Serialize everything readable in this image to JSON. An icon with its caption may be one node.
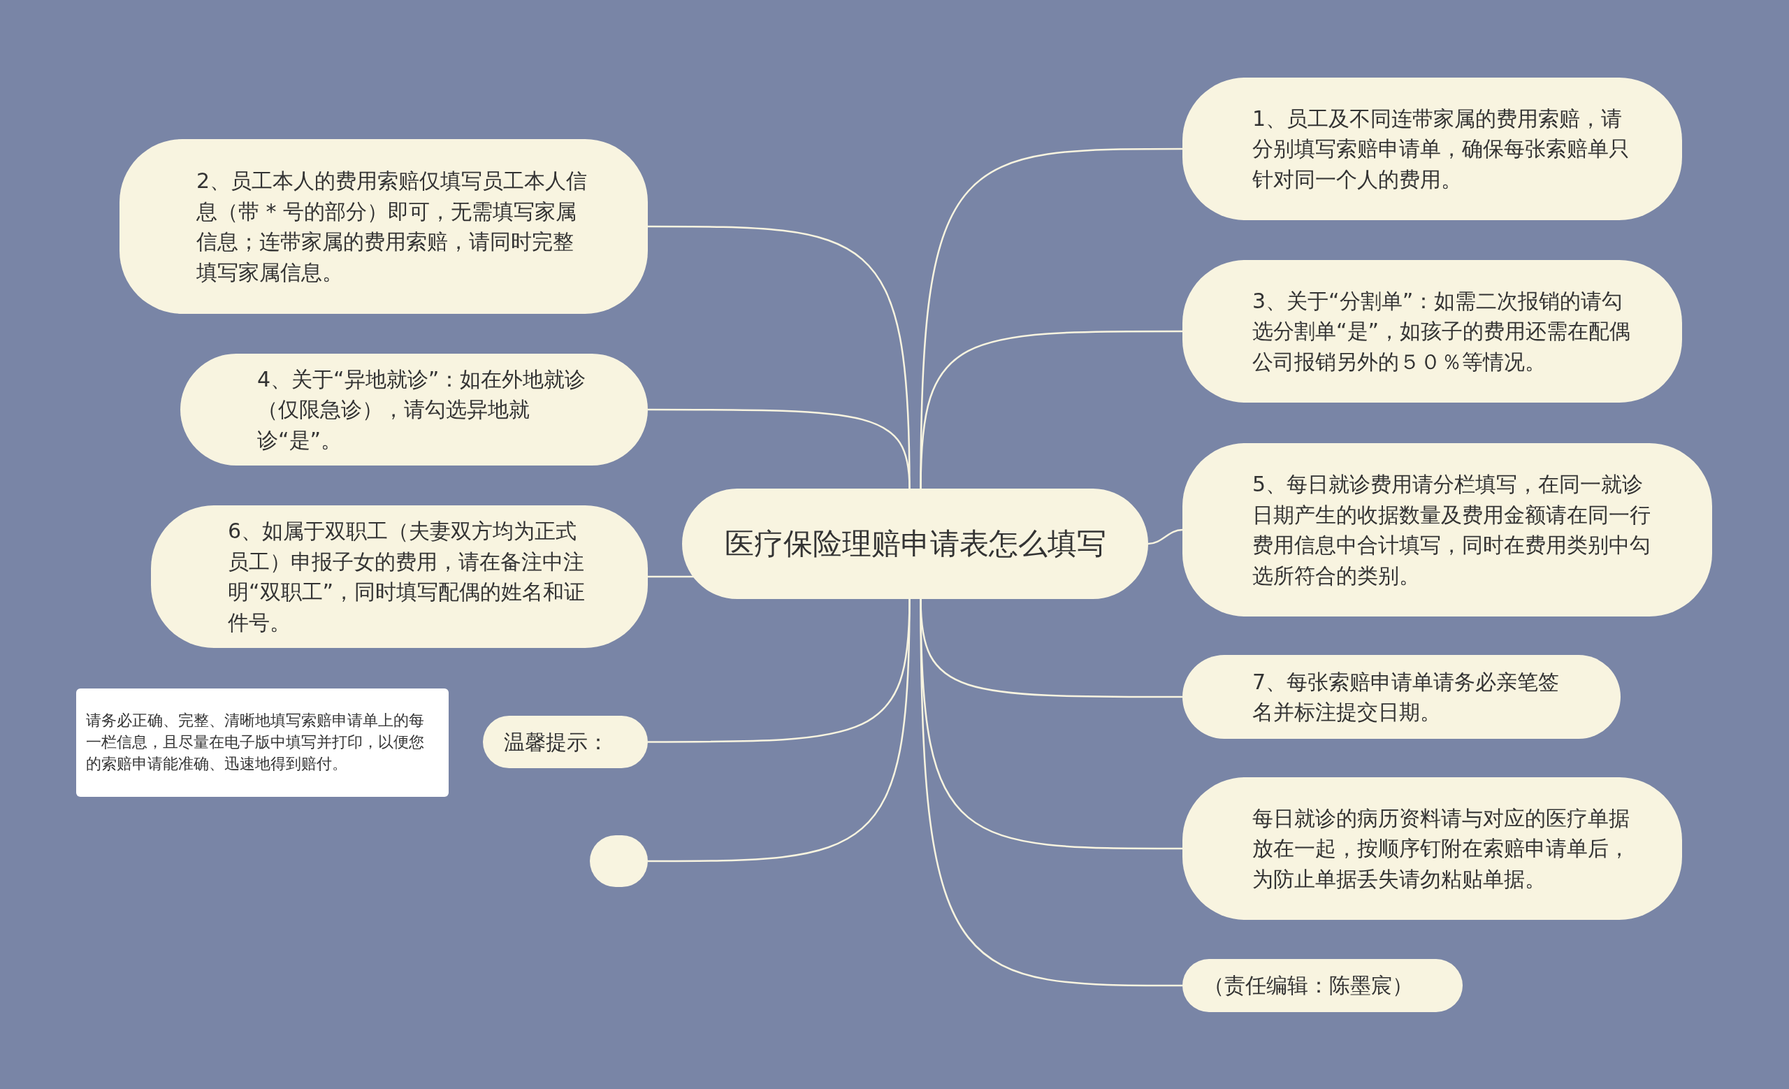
{
  "diagram": {
    "nodes": [
      {
        "text": [
          "医疗保险理赔申请表怎么填写"
        ]
      },
      {
        "text": [
          "1、员工及不同连带家属的费用索赔，请分别填写索赔申请单，确保每张索赔单只针对同一个人的费用。"
        ]
      },
      {
        "text": [
          "2、员工本人的费用索赔仅填写员工本人信息（带 * 号的部分）即可，无需填写家属信息；连带家属的费用索赔，请同时完整填写家属信息。"
        ]
      },
      {
        "text": [
          "3、关于“分割单”：如需二次报销的请勾选分割单“是”，如孩子的费用还需在配偶公司报销另外的５０％等情况。"
        ]
      },
      {
        "text": [
          "4、关于“异地就诊”：如在外地就诊（仅限急诊），请勾选异地就诊“是”。"
        ]
      },
      {
        "text": [
          "5、每日就诊费用请分栏填写，在同一就诊日期产生的收据数量及费用金额请在同一行费用信息中合计填写，同时在费用类别中勾选所符合的类别。"
        ]
      },
      {
        "text": [
          "6、如属于双职工（夫妻双方均为正式员工）申报子女的费用，请在备注中注明“双职工”，同时填写配偶的姓名和证件号。"
        ]
      },
      {
        "text": [
          "7、每张索赔申请单请务必亲笔签名并标注提交日期。"
        ]
      },
      {
        "text": [
          "温馨提示："
        ]
      },
      {
        "text": [
          "请务必正确、完整、清晰地填写索赔申请单上的每一栏信息，且尽量在电子版中填写并打印，以便您的索赔申请能准确、迅速地得到赔付。"
        ]
      },
      {
        "text": [
          "每日就诊的病历资料请与对应的医疗单据放在一起，按顺序钉附在索赔申请单后，为防止单据丢失请勿粘贴单据。"
        ]
      },
      {
        "text": [],
        "shape": "box"
      },
      {
        "text": [
          "（责任编辑：陈墨宸）"
        ]
      }
    ],
    "edges": [
      {
        "from": 0,
        "to": 1,
        "arrow": "none"
      },
      {
        "from": 0,
        "to": 2,
        "arrow": "none"
      },
      {
        "from": 0,
        "to": 3,
        "arrow": "none"
      },
      {
        "from": 0,
        "to": 4,
        "arrow": "none"
      },
      {
        "from": 0,
        "to": 5,
        "arrow": "none"
      },
      {
        "from": 0,
        "to": 6,
        "arrow": "none"
      },
      {
        "from": 0,
        "to": 7,
        "arrow": "none"
      },
      {
        "from": 0,
        "to": 8,
        "arrow": "none"
      },
      {
        "from": 0,
        "to": 10,
        "arrow": "none"
      },
      {
        "from": 0,
        "to": 11,
        "arrow": "none"
      },
      {
        "from": 0,
        "to": 12,
        "arrow": "none"
      }
    ]
  }
}
